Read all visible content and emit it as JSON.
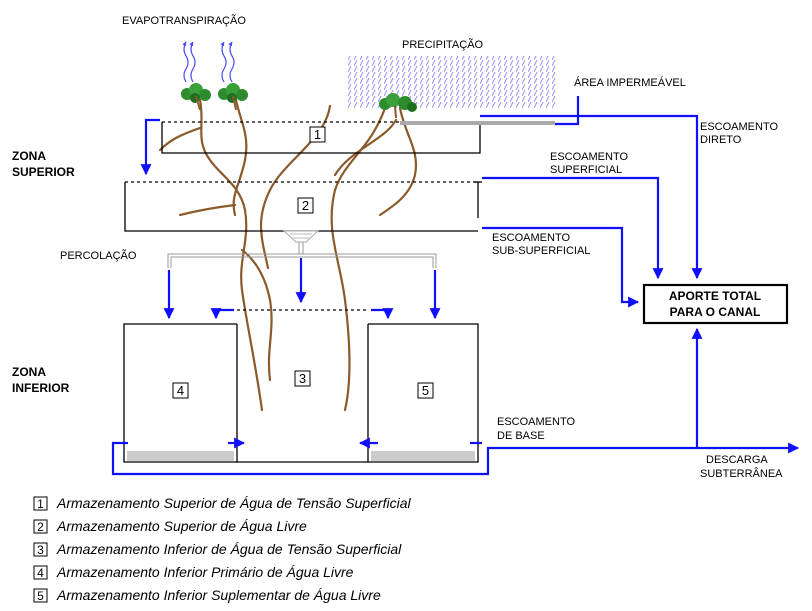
{
  "labels": {
    "evapotranspiration": "EVAPOTRANSPIRAÇÃO",
    "precipitation": "PRECIPITAÇÃO",
    "impervious_area": "ÁREA IMPERMEÁVEL",
    "direct_runoff_1": "ESCOAMENTO",
    "direct_runoff_2": "DIRETO",
    "upper_zone_1": "ZONA",
    "upper_zone_2": "SUPERIOR",
    "surface_runoff_1": "ESCOAMENTO",
    "surface_runoff_2": "SUPERFICIAL",
    "subsurface_runoff_1": "ESCOAMENTO",
    "subsurface_runoff_2": "SUB-SUPERFICIAL",
    "percolation": "PERCOLAÇÃO",
    "total_inflow_1": "APORTE TOTAL",
    "total_inflow_2": "PARA O CANAL",
    "lower_zone_1": "ZONA",
    "lower_zone_2": "INFERIOR",
    "baseflow_1": "ESCOAMENTO",
    "baseflow_2": "DE BASE",
    "groundwater_discharge_1": "DESCARGA",
    "groundwater_discharge_2": "SUBTERRÂNEA"
  },
  "storages": [
    {
      "number": "1"
    },
    {
      "number": "2"
    },
    {
      "number": "3"
    },
    {
      "number": "4"
    },
    {
      "number": "5"
    }
  ],
  "legend": [
    {
      "number": "1",
      "text": "Armazenamento Superior de Água de Tensão Superficial"
    },
    {
      "number": "2",
      "text": "Armazenamento Superior de Água Livre"
    },
    {
      "number": "3",
      "text": "Armazenamento Inferior de Água de Tensão Superficial"
    },
    {
      "number": "4",
      "text": "Armazenamento Inferior Primário de Água Livre"
    },
    {
      "number": "5",
      "text": "Armazenamento Inferior Suplementar de Água Livre"
    }
  ],
  "colors": {
    "flow_arrows": "#1010ff",
    "roots": "#8b5a2b",
    "trees": "#2e8b2e",
    "precipitation_hatch": "#8a8aff"
  }
}
